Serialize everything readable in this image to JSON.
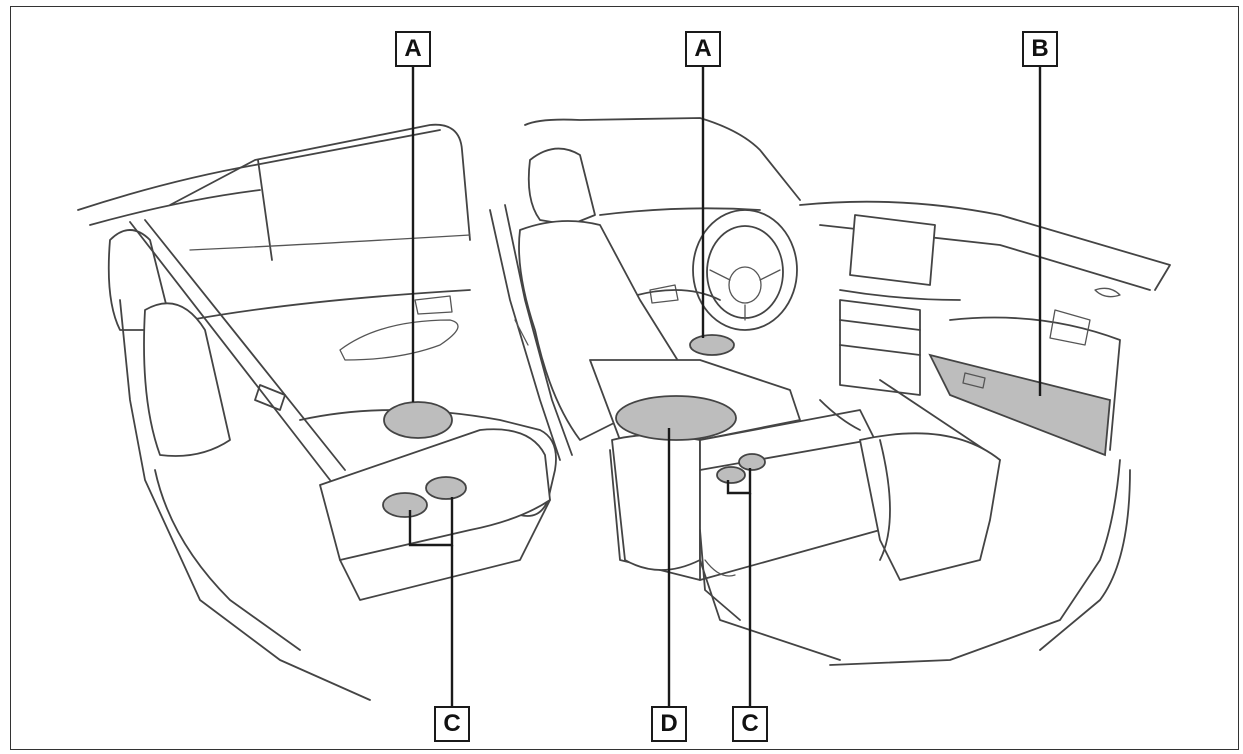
{
  "diagram": {
    "callouts": [
      {
        "id": "a1",
        "label": "A"
      },
      {
        "id": "a2",
        "label": "A"
      },
      {
        "id": "b",
        "label": "B"
      },
      {
        "id": "c1",
        "label": "C"
      },
      {
        "id": "d",
        "label": "D"
      },
      {
        "id": "c2",
        "label": "C"
      }
    ],
    "colors": {
      "line": "#444444",
      "highlight": "#bdbdbd",
      "background": "#ffffff"
    }
  }
}
